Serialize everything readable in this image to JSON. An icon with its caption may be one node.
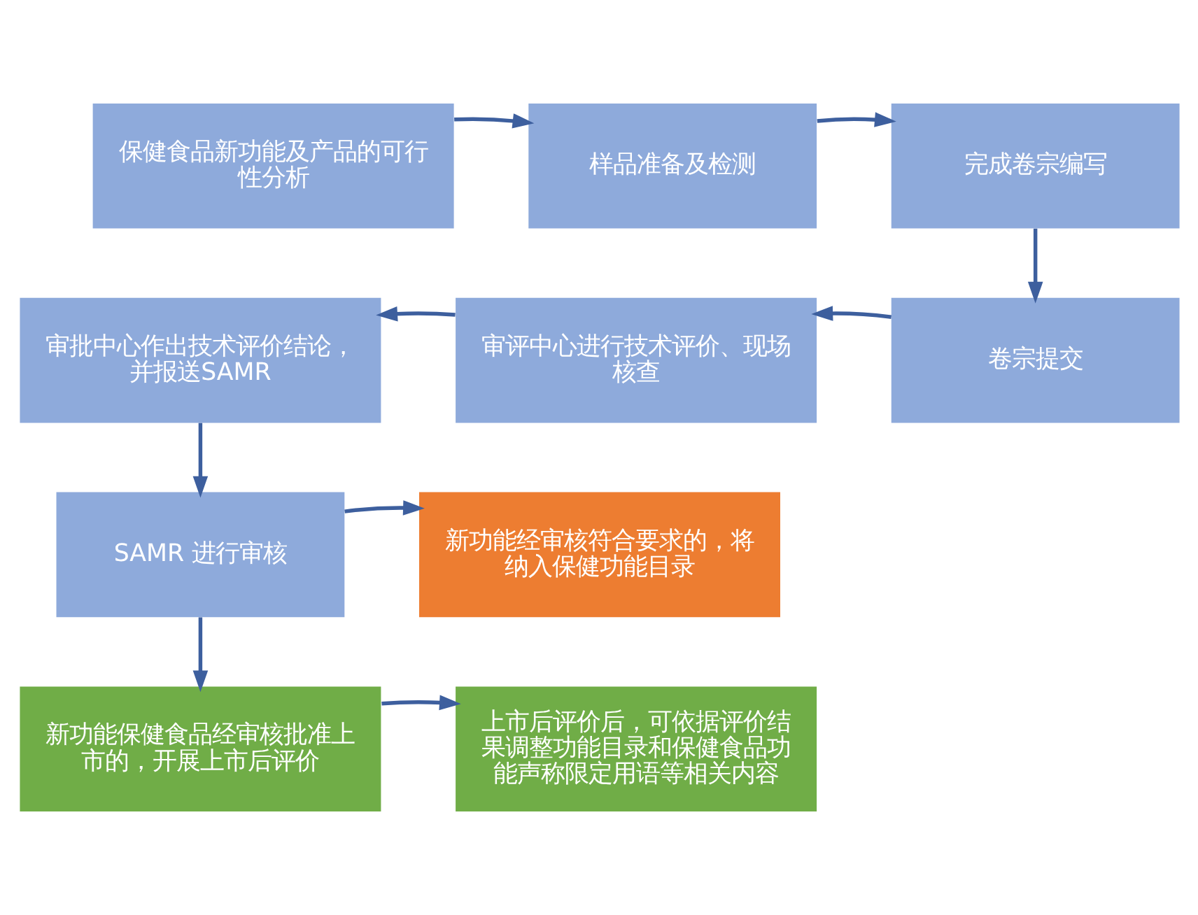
{
  "diagram": {
    "nodes": [
      {
        "text": [
          "保健食品新功能及产品的可行性分析"
        ]
      },
      {
        "text": [
          "样品准备及检测"
        ]
      },
      {
        "text": [
          "完成卷宗编写"
        ]
      },
      {
        "text": [
          "卷宗提交"
        ]
      },
      {
        "text": [
          "审评中心进行技术评价、现场核查"
        ]
      },
      {
        "text": [
          "审批中心作出技术评价结论，并报送SAMR"
        ]
      },
      {
        "text": [
          "SAMR 进行审核"
        ]
      },
      {
        "text": [
          "新功能经审核符合要求的，将纳入保健功能目录"
        ]
      },
      {
        "text": [
          "新功能保健食品经审核批准上市的，开展上市后评价"
        ]
      },
      {
        "text": [
          "上市后评价后，可依据评价结果调整功能目录和保健食品功能声称限定用语等相关内容"
        ]
      }
    ],
    "edges": [
      {
        "from": 0,
        "to": 1,
        "arrow": "to"
      },
      {
        "from": 1,
        "to": 2,
        "arrow": "to"
      },
      {
        "from": 2,
        "to": 3,
        "arrow": "to"
      },
      {
        "from": 3,
        "to": 4,
        "arrow": "to"
      },
      {
        "from": 4,
        "to": 5,
        "arrow": "to"
      },
      {
        "from": 5,
        "to": 6,
        "arrow": "to"
      },
      {
        "from": 6,
        "to": 7,
        "arrow": "to"
      },
      {
        "from": 6,
        "to": 8,
        "arrow": "to"
      },
      {
        "from": 8,
        "to": 9,
        "arrow": "to"
      }
    ]
  }
}
